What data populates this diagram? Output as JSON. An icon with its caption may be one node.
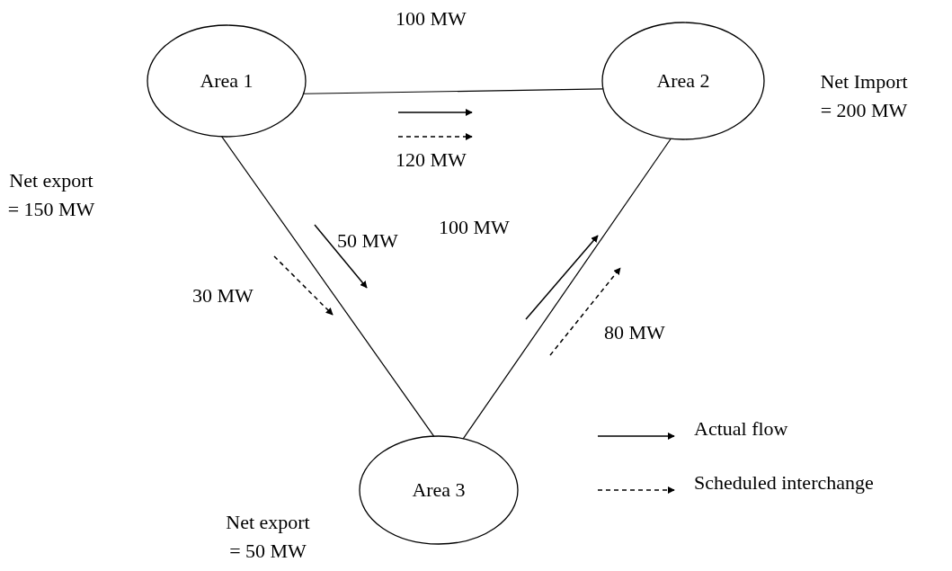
{
  "diagram": {
    "nodes": [
      {
        "text": [
          "Area 1"
        ]
      },
      {
        "text": [
          "Area 2"
        ]
      },
      {
        "text": [
          "Area 3"
        ]
      }
    ],
    "edges": [
      {
        "from": 0,
        "to": 1,
        "arrow": "none"
      },
      {
        "from": 0,
        "to": 2,
        "arrow": "none"
      },
      {
        "from": 1,
        "to": 2,
        "arrow": "none"
      }
    ],
    "labels": [
      "100 MW",
      "Net Import = 200 MW",
      "120 MW",
      "Net export = 150 MW",
      "50 MW",
      "100 MW",
      "30 MW",
      "80 MW",
      "Net export = 50 MW"
    ],
    "legend": [
      {
        "text": "Actual flow"
      },
      {
        "text": "Scheduled interchange"
      }
    ]
  }
}
